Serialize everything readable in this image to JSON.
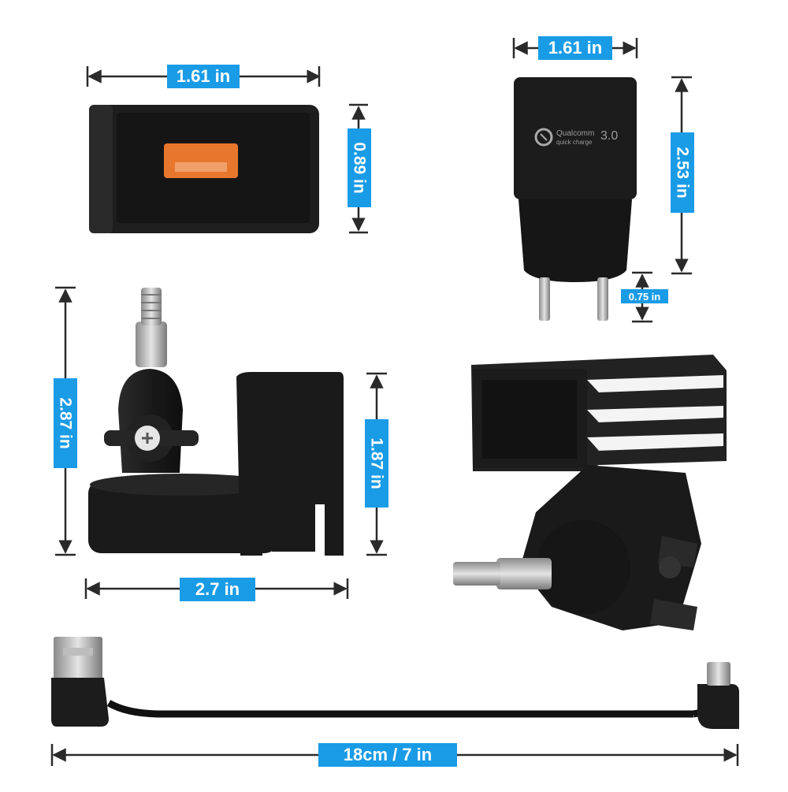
{
  "dimensions": {
    "usb_adapter_width": "1.61 in",
    "usb_adapter_height": "0.89 in",
    "charger_width": "1.61 in",
    "charger_height": "2.53 in",
    "charger_prong_length": "0.75 in",
    "mount_height": "2.87 in",
    "mount_width": "2.7 in",
    "clip_height": "1.87 in",
    "cable_length": "18cm / 7 in"
  },
  "charger_branding": {
    "brand": "Qualcomm",
    "line": "quick charge",
    "version": "3.0"
  },
  "colors": {
    "accent_blue": "#1a9be6",
    "usb_port_orange": "#e8772e",
    "product_black": "#1c1c1c",
    "dimension_line": "#2a2a2a"
  }
}
